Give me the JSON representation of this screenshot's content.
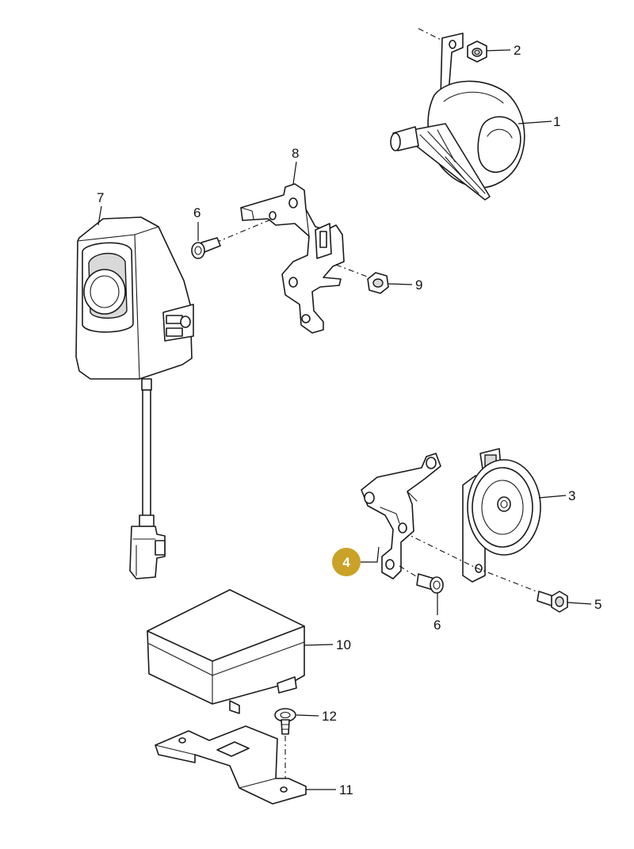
{
  "callouts": {
    "p1": "1",
    "p2": "2",
    "p3": "3",
    "p4": "4",
    "p5": "5",
    "p6a": "6",
    "p6b": "6",
    "p7": "7",
    "p8": "8",
    "p9": "9",
    "p10": "10",
    "p11": "11",
    "p12": "12"
  },
  "highlight": {
    "part": "4",
    "color": "#c9a227"
  }
}
